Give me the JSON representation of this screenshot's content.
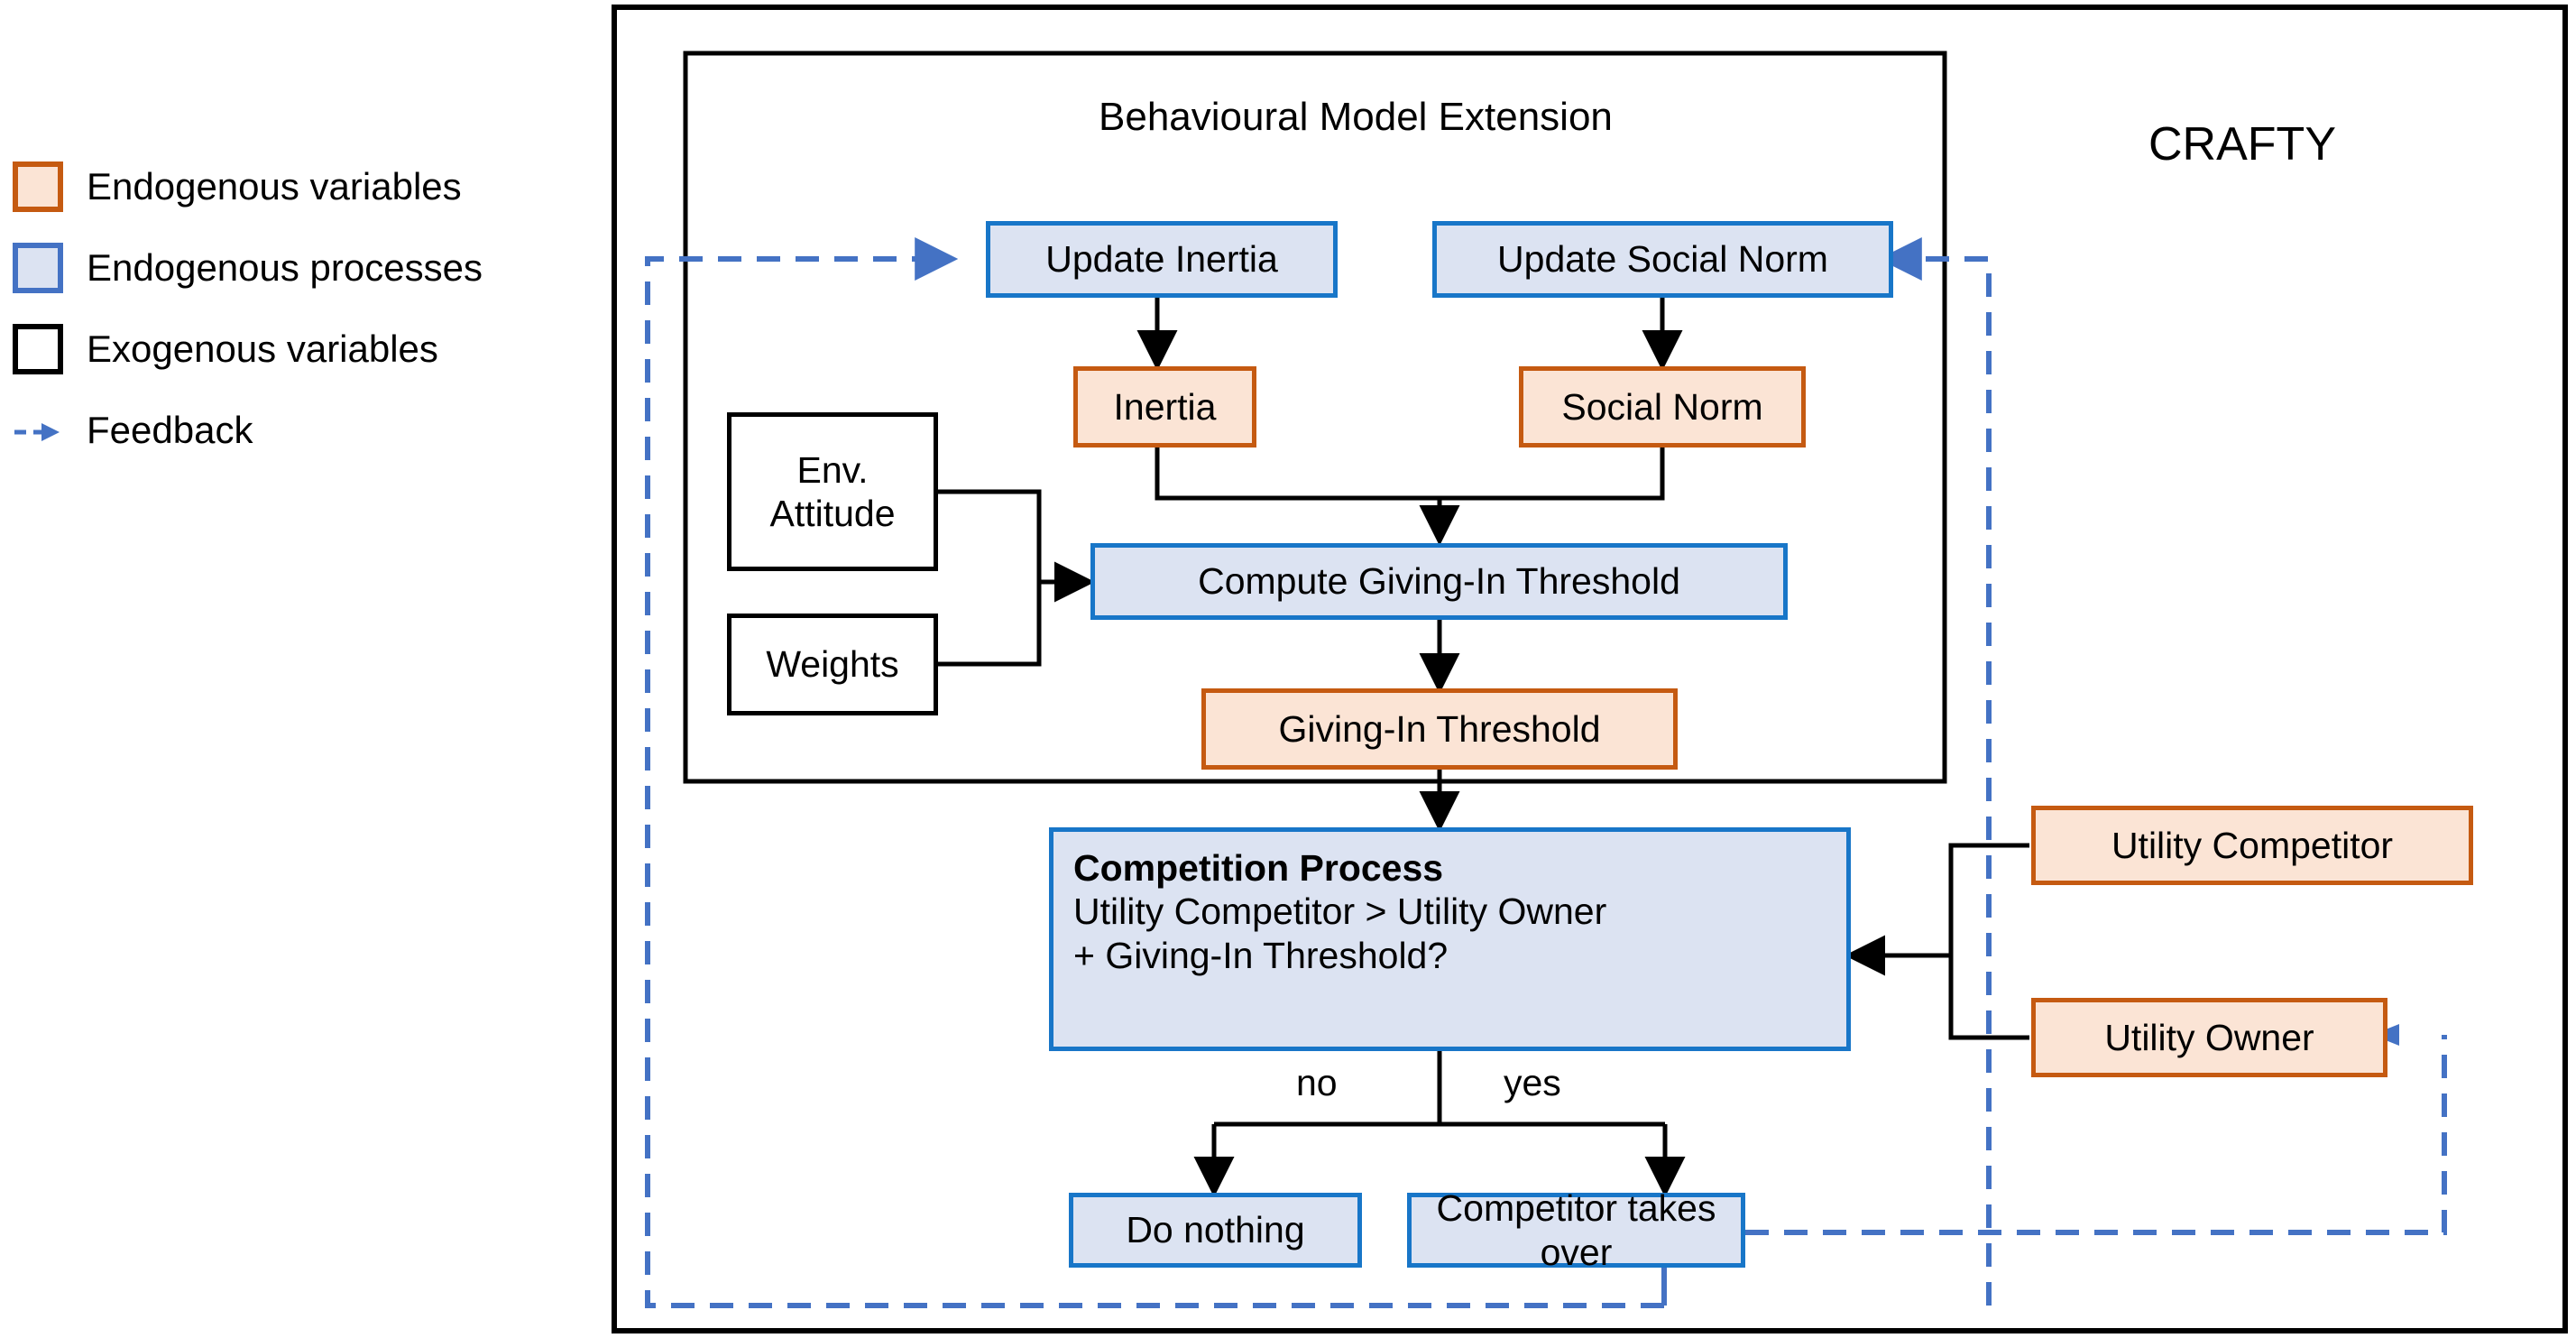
{
  "legend": {
    "items": [
      {
        "label": "Endogenous variables",
        "swatch": "orange-square-icon"
      },
      {
        "label": "Endogenous processes",
        "swatch": "blue-square-icon"
      },
      {
        "label": "Exogenous variables",
        "swatch": "white-square-icon"
      },
      {
        "label": "Feedback",
        "swatch": "blue-dashed-arrow-icon"
      }
    ]
  },
  "diagram": {
    "outer_label": "CRAFTY",
    "inner_label": "Behavioural Model Extension",
    "nodes": {
      "update_inertia": "Update Inertia",
      "update_social_norm": "Update Social Norm",
      "inertia": "Inertia",
      "social_norm": "Social Norm",
      "env_attitude": "Env.\nAttitude",
      "env_attitude_line1": "Env.",
      "env_attitude_line2": "Attitude",
      "weights": "Weights",
      "compute_threshold": "Compute Giving-In Threshold",
      "giving_in_threshold": "Giving-In Threshold",
      "competition_title": "Competition Process",
      "competition_line2": "Utility Competitor > Utility Owner",
      "competition_line3": "+ Giving-In Threshold?",
      "do_nothing": "Do nothing",
      "competitor_takes_over": "Competitor takes over",
      "utility_competitor": "Utility Competitor",
      "utility_owner": "Utility Owner"
    },
    "edge_labels": {
      "branch_no": "no",
      "branch_yes": "yes"
    }
  },
  "colors": {
    "process_fill": "#dce3f2",
    "process_border": "#1876c8",
    "variable_fill": "#fbe4d5",
    "variable_border": "#c55a11",
    "exogenous_border": "#000000",
    "feedback": "#4472c4",
    "connector": "#000000"
  }
}
